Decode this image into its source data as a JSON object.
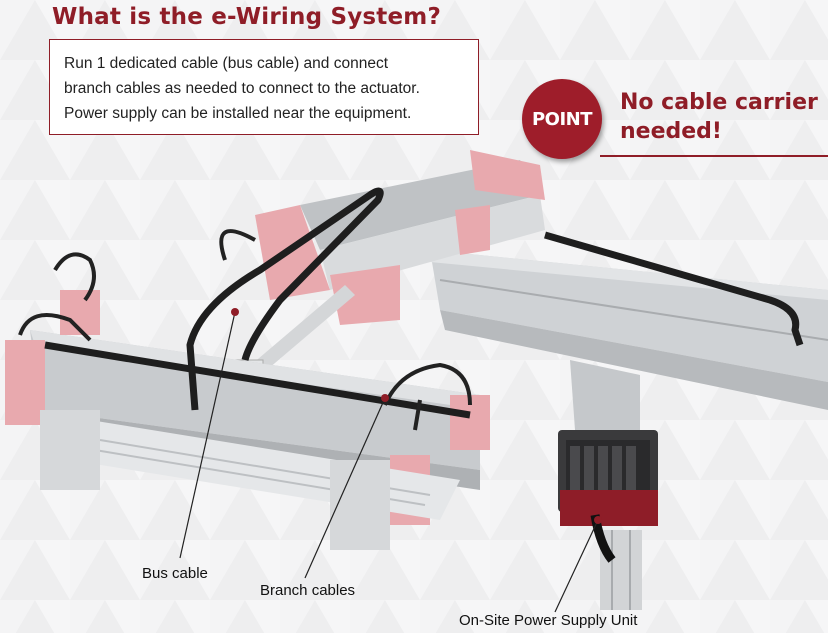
{
  "header": {
    "title": "What is the e-Wiring System?"
  },
  "description": {
    "lines": [
      "Run 1 dedicated cable (bus cable) and connect",
      "branch cables as needed to connect to the actuator.",
      "Power supply can be installed near the equipment."
    ]
  },
  "point": {
    "badge": "POINT",
    "line1": "No cable carrier",
    "line2": "needed!"
  },
  "labels": {
    "bus_cable": "Bus cable",
    "branch_cables": "Branch cables",
    "power_supply": "On-Site Power Supply Unit"
  },
  "colors": {
    "accent": "#8f1d27",
    "actuator_end": "#e9a9ae",
    "frame": "#c9cccf",
    "cable": "#1e1e1e"
  },
  "icons": [
    "diagram-illustration"
  ]
}
